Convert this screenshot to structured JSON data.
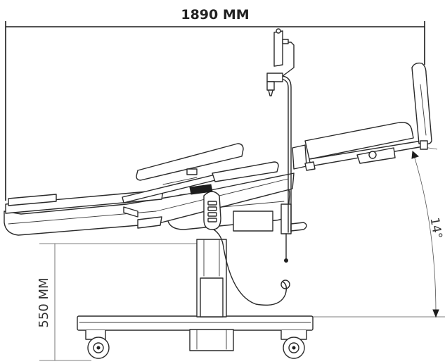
{
  "dimensions": {
    "length_label": "1890 MM",
    "height_label": "550 MM",
    "angle_label": "14°"
  },
  "colors": {
    "line": "#2a2a2a",
    "background": "#ffffff",
    "shade": "#d9d9d9"
  }
}
